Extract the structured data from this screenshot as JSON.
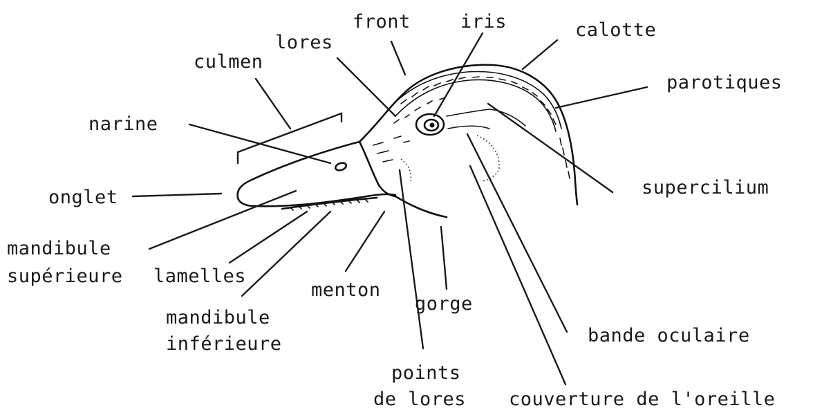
{
  "labels": {
    "front": "front",
    "iris": "iris",
    "calotte": "calotte",
    "lores": "lores",
    "culmen": "culmen",
    "parotiques": "parotiques",
    "narine": "narine",
    "supercilium": "supercilium",
    "onglet": "onglet",
    "mandibule_superieure_line1": "mandibule",
    "mandibule_superieure_line2": "supérieure",
    "lamelles": "lamelles",
    "menton": "menton",
    "gorge": "gorge",
    "mandibule_inferieure_line1": "mandibule",
    "mandibule_inferieure_line2": "inférieure",
    "bande_oculaire": "bande oculaire",
    "points_de_lores_line1": "points",
    "points_de_lores_line2": "de lores",
    "couverture_oreille": "couverture de l'oreille"
  },
  "colors": {
    "ink": "#1a1a1a",
    "background": "#ffffff"
  }
}
